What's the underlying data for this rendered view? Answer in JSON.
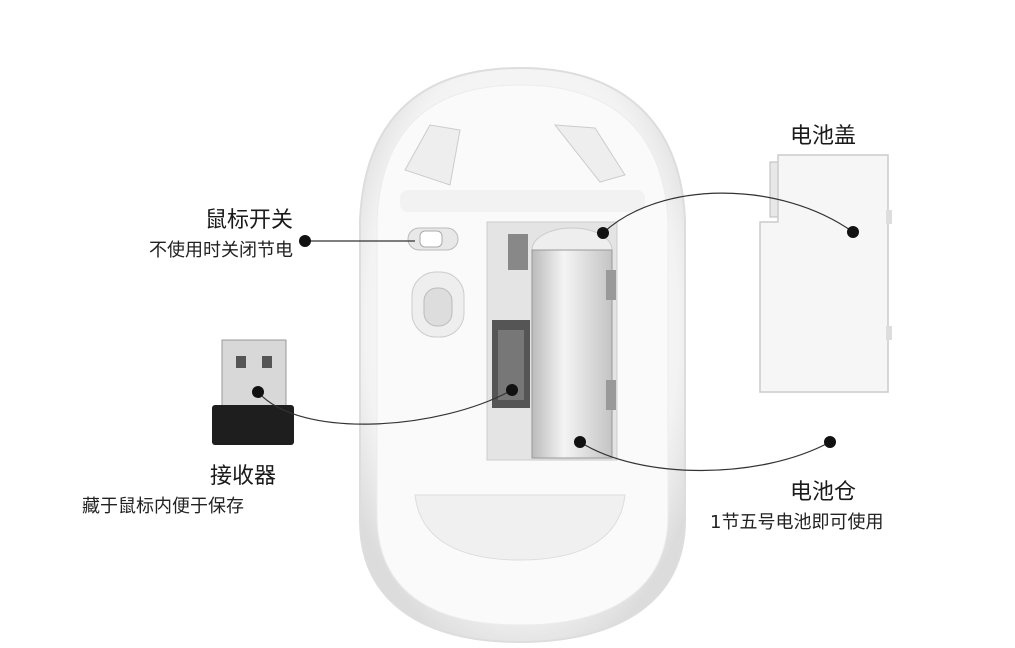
{
  "labels": {
    "switch": {
      "title": "鼠标开关",
      "sub": "不使用时关闭节电"
    },
    "receiver": {
      "title": "接收器",
      "sub": "藏于鼠标内便于保存"
    },
    "battery_cover": {
      "title": "电池盖"
    },
    "battery_compartment": {
      "title": "电池仓",
      "sub": "1节五号电池即可使用"
    }
  }
}
